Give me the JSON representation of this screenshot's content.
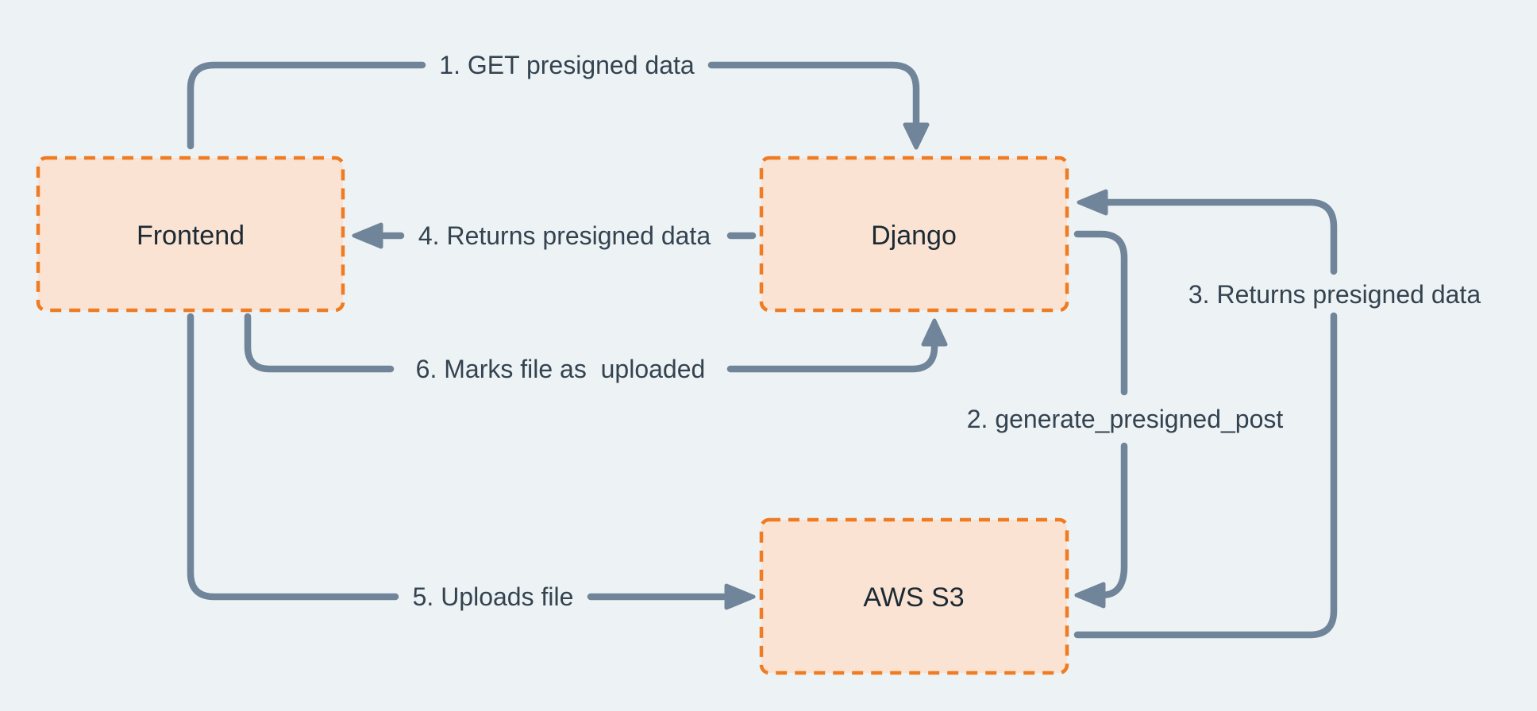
{
  "diagram": {
    "colors": {
      "background": "#EDF2F5",
      "node_fill": "#FBE3D3",
      "node_border": "#EF7B22",
      "arrow": "#708599",
      "edge_label_text": "#33434F",
      "node_label_text": "#1B2A33"
    },
    "nodes": [
      {
        "id": "frontend",
        "label": "Frontend"
      },
      {
        "id": "django",
        "label": "Django"
      },
      {
        "id": "aws-s3",
        "label": "AWS S3"
      }
    ],
    "edges": [
      {
        "id": "1",
        "label": "1. GET presigned data",
        "from": "Frontend",
        "to": "Django"
      },
      {
        "id": "2",
        "label": "2. generate_presigned_post",
        "from": "Django",
        "to": "AWS S3"
      },
      {
        "id": "3",
        "label": "3. Returns presigned data",
        "from": "AWS S3",
        "to": "Django"
      },
      {
        "id": "4",
        "label": "4. Returns presigned data",
        "from": "Django",
        "to": "Frontend"
      },
      {
        "id": "5",
        "label": "5. Uploads file",
        "from": "Frontend",
        "to": "AWS S3"
      },
      {
        "id": "6",
        "label": "6. Marks file as  uploaded",
        "from": "Frontend",
        "to": "Django"
      }
    ]
  }
}
